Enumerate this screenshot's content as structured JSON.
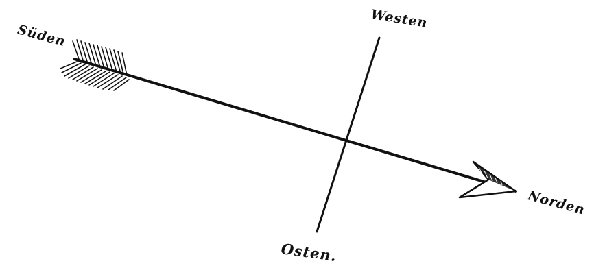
{
  "labels": {
    "south": "Süden",
    "west": "Westen",
    "north": "Norden",
    "east": "Osten."
  },
  "colors": {
    "ink": "#111111",
    "paper": "#ffffff"
  }
}
